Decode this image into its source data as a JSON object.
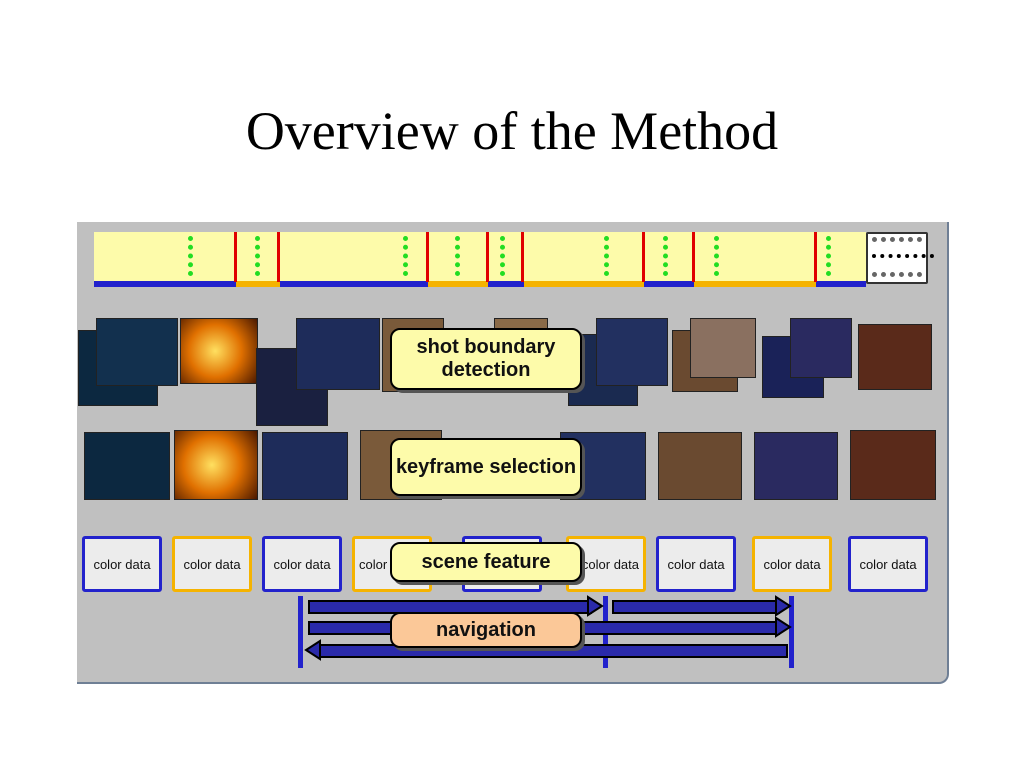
{
  "title": "Overview of the Method",
  "labels": {
    "shot_boundary": "shot boundary detection",
    "keyframe": "keyframe selection",
    "scene_feature": "scene feature",
    "navigation": "navigation"
  },
  "color_data_label": "color data",
  "colors": {
    "panel": "#c0c0c0",
    "timeline": "#fdfbaa",
    "cut": "#e00000",
    "gradual": "#22dd22",
    "blue": "#2222cc",
    "yellow": "#f5b300",
    "navigation_box": "#fbc898"
  },
  "icons": [
    "filmstrip-icon"
  ]
}
